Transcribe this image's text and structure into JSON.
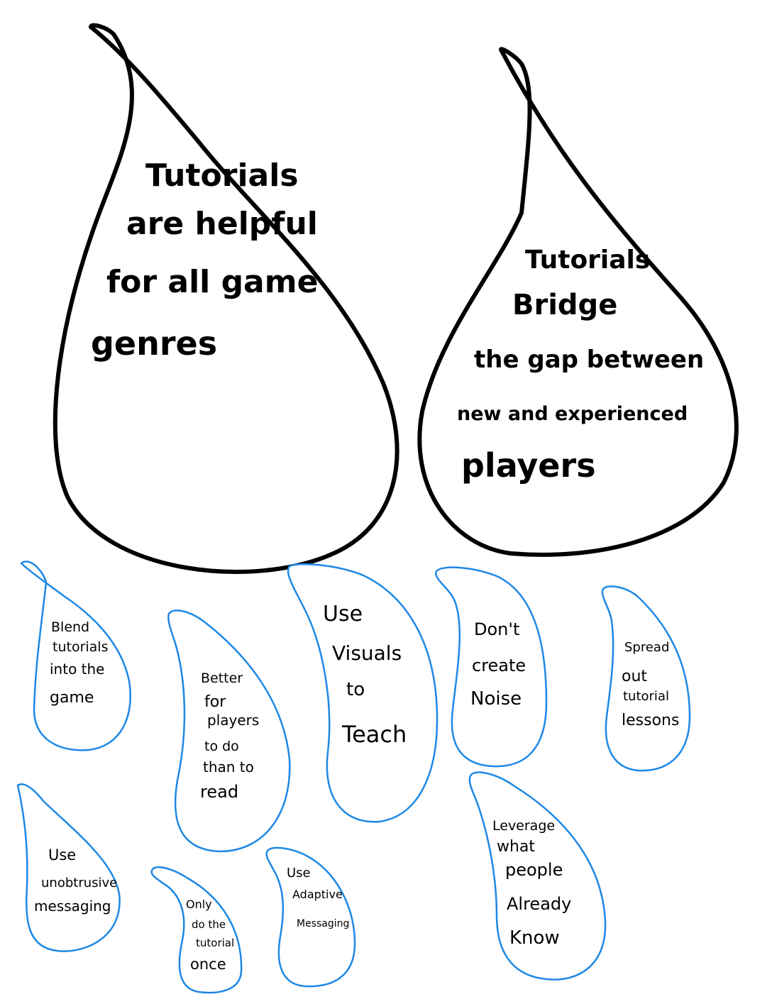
{
  "big_drops": [
    {
      "lines": [
        "Tutorials",
        "are helpful",
        "for all game",
        "genres"
      ]
    },
    {
      "lines": [
        "Tutorials",
        "Bridge",
        "the gap between",
        "new and experienced",
        "players"
      ]
    }
  ],
  "small_drops": [
    {
      "lines": [
        "Blend",
        "tutorials",
        "into the",
        "game"
      ]
    },
    {
      "lines": [
        "Better",
        "for",
        "players",
        "to do",
        "than to",
        "read"
      ]
    },
    {
      "lines": [
        "Use",
        "Visuals",
        "to",
        "Teach"
      ]
    },
    {
      "lines": [
        "Don't",
        "create",
        "Noise"
      ]
    },
    {
      "lines": [
        "Spread",
        "out",
        "tutorial",
        "lessons"
      ]
    },
    {
      "lines": [
        "Use",
        "unobtrusive",
        "messaging"
      ]
    },
    {
      "lines": [
        "Only",
        "do the",
        "tutorial",
        "once"
      ]
    },
    {
      "lines": [
        "Use",
        "Adaptive",
        "Messaging"
      ]
    },
    {
      "lines": [
        "Leverage",
        "what",
        "people",
        "Already",
        "Know"
      ]
    }
  ],
  "colors": {
    "big_outline": "#000000",
    "small_outline": "#1e88e5",
    "text": "#000000"
  }
}
